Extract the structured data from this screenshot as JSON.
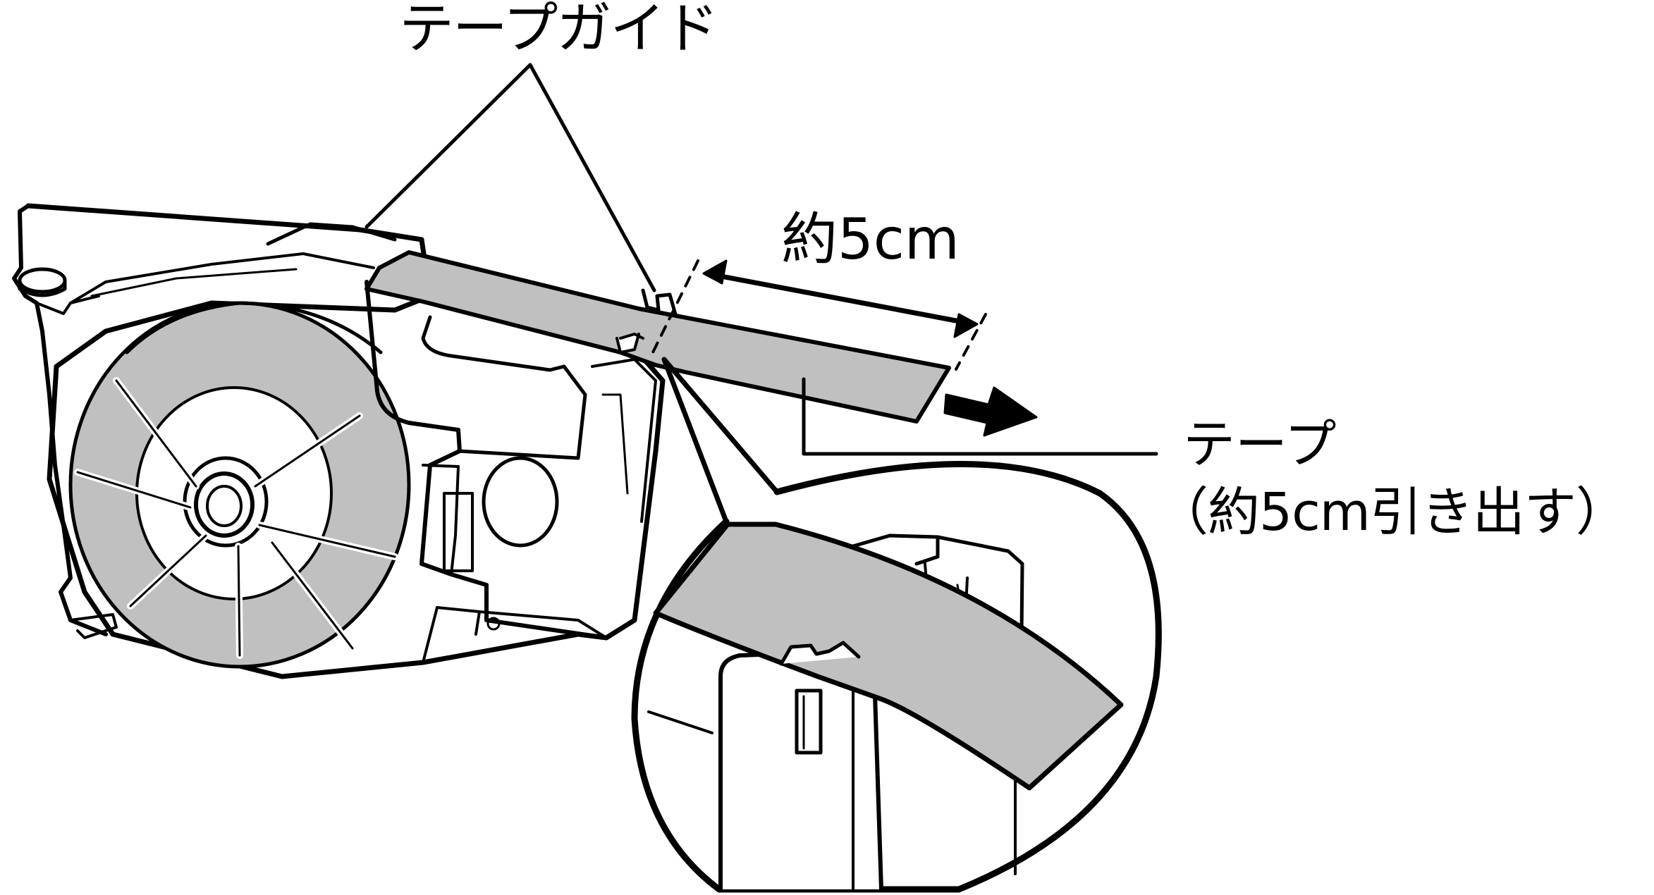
{
  "labels": {
    "tape_guide": "テープガイド",
    "length": "約5cm",
    "tape": "テープ",
    "tape_note": "（約5cm引き出す）"
  },
  "colors": {
    "line": "#000000",
    "tape_fill": "#c0c0c0",
    "background": "#ffffff"
  }
}
